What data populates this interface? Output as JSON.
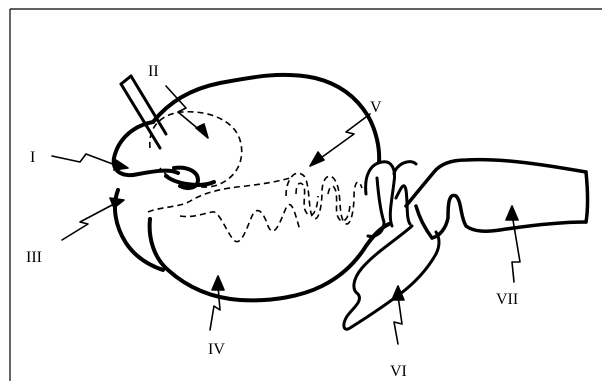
{
  "labels": {
    "I": "I",
    "II": "II",
    "III": "III",
    "IV": "IV",
    "V": "V",
    "VI": "VI",
    "VII": "VII"
  },
  "colors": {
    "ink": "#000000",
    "background": "#ffffff"
  }
}
